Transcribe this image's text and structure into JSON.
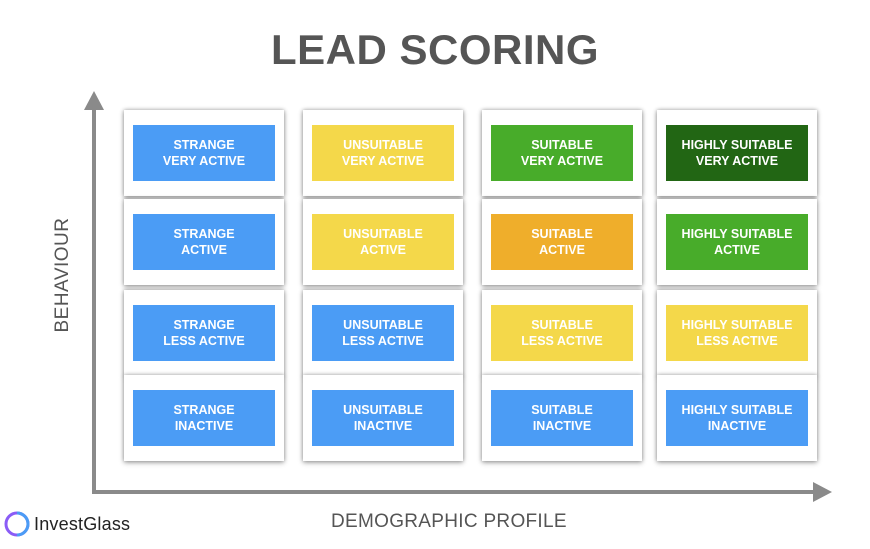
{
  "title": "LEAD SCORING",
  "y_axis_label": "BEHAVIOUR",
  "x_axis_label": "DEMOGRAPHIC PROFILE",
  "brand": {
    "name": "InvestGlass",
    "color": "#8a5cf6"
  },
  "colors": {
    "blue": "#4b9cf5",
    "yellow": "#f4d84a",
    "green": "#48ac2a",
    "dark_green": "#226614",
    "orange": "#efae2b"
  },
  "grid": [
    [
      {
        "line1": "STRANGE",
        "line2": "VERY ACTIVE",
        "color": "blue"
      },
      {
        "line1": "UNSUITABLE",
        "line2": "VERY ACTIVE",
        "color": "yellow"
      },
      {
        "line1": "SUITABLE",
        "line2": "VERY ACTIVE",
        "color": "green"
      },
      {
        "line1": "HIGHLY SUITABLE",
        "line2": "VERY ACTIVE",
        "color": "dark_green"
      }
    ],
    [
      {
        "line1": "STRANGE",
        "line2": "ACTIVE",
        "color": "blue"
      },
      {
        "line1": "UNSUITABLE",
        "line2": "ACTIVE",
        "color": "yellow"
      },
      {
        "line1": "SUITABLE",
        "line2": "ACTIVE",
        "color": "orange"
      },
      {
        "line1": "HIGHLY SUITABLE",
        "line2": "ACTIVE",
        "color": "green"
      }
    ],
    [
      {
        "line1": "STRANGE",
        "line2": "LESS ACTIVE",
        "color": "blue"
      },
      {
        "line1": "UNSUITABLE",
        "line2": "LESS ACTIVE",
        "color": "blue"
      },
      {
        "line1": "SUITABLE",
        "line2": "LESS ACTIVE",
        "color": "yellow"
      },
      {
        "line1": "HIGHLY SUITABLE",
        "line2": "LESS ACTIVE",
        "color": "yellow"
      }
    ],
    [
      {
        "line1": "STRANGE",
        "line2": "INACTIVE",
        "color": "blue"
      },
      {
        "line1": "UNSUITABLE",
        "line2": "INACTIVE",
        "color": "blue"
      },
      {
        "line1": "SUITABLE",
        "line2": "INACTIVE",
        "color": "blue"
      },
      {
        "line1": "HIGHLY SUITABLE",
        "line2": "INACTIVE",
        "color": "blue"
      }
    ]
  ]
}
